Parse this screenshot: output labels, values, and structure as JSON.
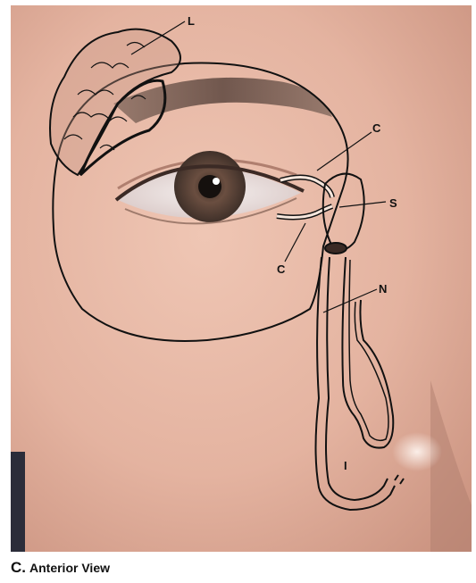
{
  "figure": {
    "labels": {
      "lacrimal_gland": "L",
      "canaliculus_upper": "C",
      "canaliculus_lower": "C",
      "lacrimal_sac": "S",
      "nasolacrimal_duct": "N",
      "inferior_meatus": "I"
    }
  },
  "caption": {
    "letter": "C.",
    "text": "Anterior View"
  }
}
